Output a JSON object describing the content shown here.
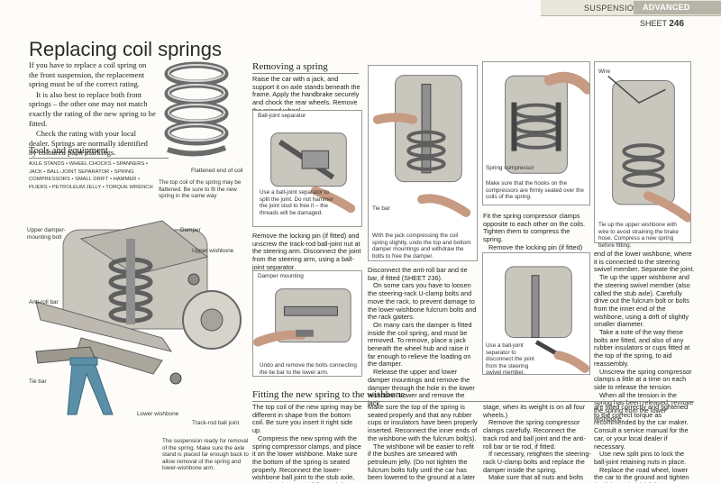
{
  "header": {
    "section": "SUSPENSION",
    "level": "ADVANCED",
    "sheet_label": "SHEET",
    "sheet_number": "246"
  },
  "title": "Replacing coil springs",
  "intro": [
    "If you have to replace a coil spring on the front suspension, the replacement spring must be of the correct rating.",
    "It is also best to replace both front springs – the other one may not match exactly the rating of the new spring to be fitted.",
    "Check the rating with your local dealer. Springs are normally identified by coloured paint markings."
  ],
  "tools": {
    "heading": "Tools and equipment",
    "lines": [
      "AXLE STANDS  •  WHEEL CHOCKS  •  SPANNERS  •",
      "JACK  •  BALL-JOINT SEPARATOR  •  SPRING",
      "COMPRESSORS  •  SMALL DRIFT  •  HAMMER  •",
      "PLIERS  •  PETROLEUM JELLY  •  TORQUE WRENCH"
    ]
  },
  "spring_figure": {
    "label": "Flattened end of coil",
    "caption": "The top coil of the spring may be flattened. Be sure to fit the new spring in the same way"
  },
  "assembly_figure": {
    "labels": {
      "upper_damper": "Upper damper-mounting bolt",
      "damper": "Damper",
      "upper_wishbone": "Upper wishbone",
      "anti_roll": "Anti-roll bar",
      "tie_bar": "Tie bar",
      "lower_wishbone": "Lower wishbone",
      "track_rod": "Track-rod ball joint"
    },
    "caption": "The suspension ready for removal of the spring. Make sure the axle stand is placed far enough back to allow removal of the spring and lower-wishbone arm."
  },
  "removing": {
    "heading": "Removing a spring",
    "text": "Raise the car with a jack, and support it on axle stands beneath the frame. Apply the handbrake securely and chock the rear wheels. Remove the raised wheel.",
    "panel1": {
      "label": "Ball-joint separator",
      "caption": "Use a ball-joint separator to split the joint. Do not hammer the joint stud to free it – the threads will be damaged."
    },
    "text2": "Remove the locking pin (if fitted) and unscrew the track-rod ball-joint nut at the steering arm. Disconnect the joint from the steering arm, using a ball-joint separator.",
    "panel2": {
      "label": "Damper mounting",
      "caption": "Undo and remove the bolts connecting the tie bar to the lower arm."
    },
    "tie_bar_label": "Tie bar",
    "panel3_caption": "With the jack compressing the coil spring slightly, undo the top and bottom damper mountings and withdraw the bolts to free the damper.",
    "col3": [
      "Disconnect the anti-roll bar and tie bar, if fitted (SHEET 236).",
      "On some cars you have to loosen the steering-rack U-clamp bolts and move the rack, to prevent damage to the lower-wishbone fulcrum bolts and the rack gaiters.",
      "On many cars the damper is fitted inside the coil spring, and must be removed. To remove, place a jack beneath the wheel hub and raise it far enough to relieve the loading on the damper.",
      "Release the upper and lower damper mountings and remove the damper through the hole in the lower wishbone. Lower and remove the jack."
    ],
    "panel4": {
      "label": "Spring compressor",
      "caption": "Make sure that the hooks on the compressors are firmly seated over the coils of the spring."
    },
    "col4_text": [
      "Fit the spring compressor clamps opposite to each other on the coils. Tighten them to compress the spring.",
      "Remove the locking pin (if fitted) and the nut from the ball joint at the"
    ],
    "panel5_caption": "Use a ball-joint separator to disconnect the joint from the steering swivel member.",
    "panel6": {
      "label": "Wire",
      "caption": "Tie up the upper wishbone with wire to avoid straining the brake hose. Compress a new spring before fitting."
    },
    "col5": [
      "end of the lower wishbone, where it is connected to the steering swivel member. Separate the joint.",
      "Tie up the upper wishbone and the steering swivel member (also called the stub axle). Carefully drive out the fulcrum bolt or bolts from the inner end of the wishbone, using a drift of slightly smaller diameter.",
      "Take a note of the way these bolts are fitted, and also of any rubber insulators or cups fitted at the top of the spring, to aid reassembly.",
      "Unscrew the spring compressor clamps a little at a time on each side to release the tension.",
      "When all the tension in the spring has been released, remove the spring from the lower wishbone."
    ]
  },
  "fitting": {
    "heading": "Fitting the new spring to the wishbone",
    "col1": [
      "The top coil of the new spring may be different in shape from the bottom coil. Be sure you insert it right side up.",
      "Compress the new spring with the spring compressor clamps, and place it on the lower wishbone. Make sure the bottom of the spring is seated properly. Reconnect the lower-wishbone ball joint to the stub axle, screwing the nut until finger tight."
    ],
    "col2": [
      "Make sure the top of the spring is seated properly and that any rubber cups or insulators have been properly inserted. Reconnect the inner ends of the wishbone with the fulcrum bolt(s).",
      "The wishbone will be easier to refit if the bushes are smeared with petroleum jelly. (Do not tighten the fulcrum bolts fully until the car has been lowered to the ground at a later"
    ],
    "col3": [
      "stage, when its weight is on all four wheels.)",
      "Remove the spring compressor clamps carefully. Reconnect the track rod and ball joint and the anti-roll bar or tie rod, if fitted.",
      "If necessary, retighten the steering-rack U-clamp bolts and replace the damper inside the spring.",
      "Make sure that all nuts and bolts"
    ],
    "col4": [
      "are fitted correctly and tightened to the correct torque as recommended by the car maker. Consult a service manual for the car, or your local dealer if necessary.",
      "Use new split pins to lock the ball-joint retaining nuts in place.",
      "Replace the road wheel, lower the car to the ground and tighten the fulcrum bolt(s) fully."
    ]
  }
}
